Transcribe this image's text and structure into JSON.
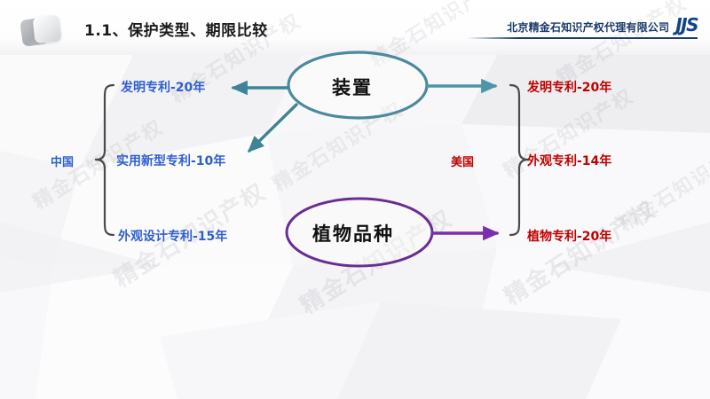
{
  "header": {
    "title": "1.1、保护类型、期限比较",
    "company": "北京精金石知识产权代理有限公司",
    "logo_mark": "JJS",
    "logo_shape_name": "overlapping-squares-logo"
  },
  "watermark": {
    "text": "精金石知识产权"
  },
  "diagram": {
    "nodes": [
      {
        "id": "device",
        "label": "装置",
        "color": "#4b8a9c"
      },
      {
        "id": "plant_variety",
        "label": "植物品种",
        "color": "#6b2d91"
      }
    ],
    "left_group": {
      "country": "中国",
      "color": "#2f5fd0",
      "items": [
        {
          "label": "发明专利-20年"
        },
        {
          "label": "实用新型专利-10年"
        },
        {
          "label": "外观设计专利-15年"
        }
      ]
    },
    "right_group": {
      "country": "美国",
      "color": "#c00000",
      "items": [
        {
          "label": "发明专利-20年"
        },
        {
          "label": "外观专利-14年"
        },
        {
          "label": "植物专利-20年"
        }
      ]
    },
    "connectors": [
      {
        "from": "device",
        "to": "cn-invention",
        "color": "#3d8496",
        "direction": "left"
      },
      {
        "from": "device",
        "to": "cn-utility",
        "color": "#3d8496",
        "direction": "down-left"
      },
      {
        "from": "device",
        "to": "us-group",
        "color": "#4e95a8",
        "direction": "right"
      },
      {
        "from": "plant_variety",
        "to": "us-plant",
        "color": "#7b2fa8",
        "direction": "right"
      }
    ]
  },
  "colors": {
    "teal": "#4b8a9c",
    "purple": "#6b2d91",
    "blue_text": "#2f5fd0",
    "red_text": "#c00000",
    "brace": "#4a4a4a",
    "brand_navy": "#1a3a6b"
  }
}
